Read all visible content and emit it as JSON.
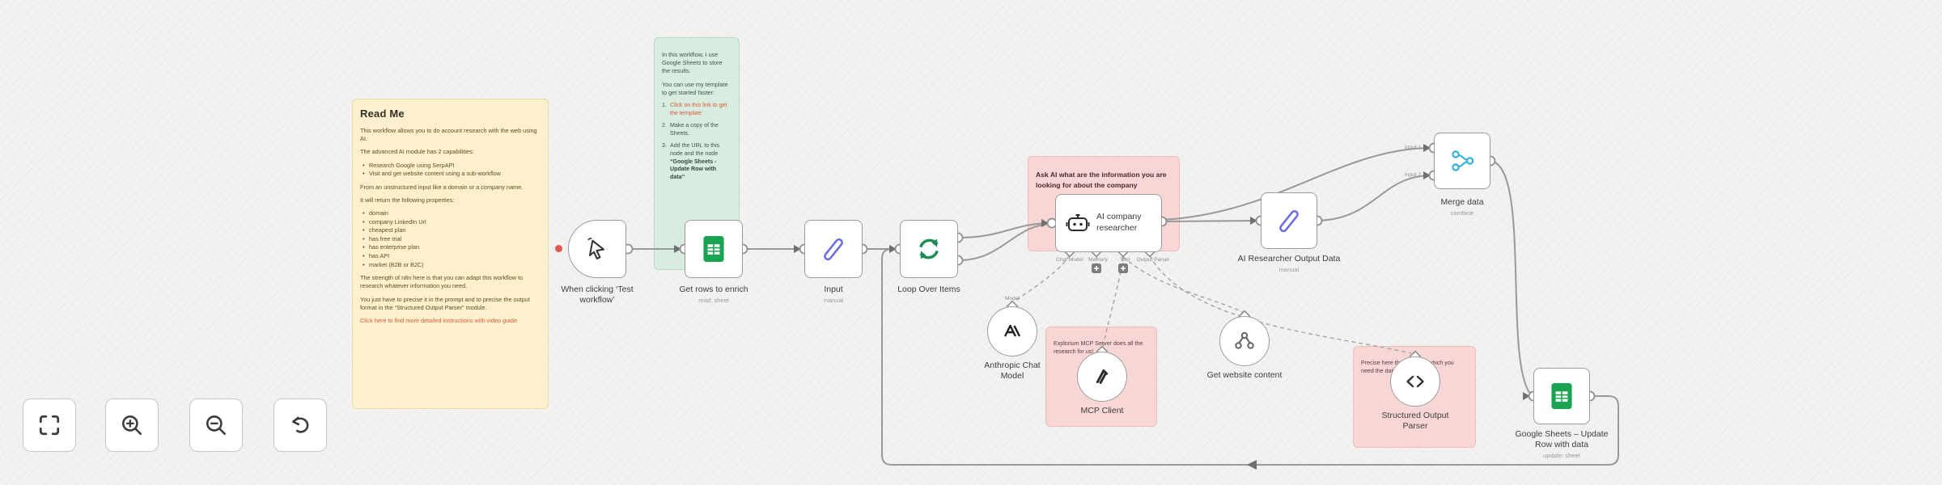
{
  "readme_note": {
    "title": "Read Me",
    "p1": "This workflow allows you to do account research with the web using AI.",
    "p2": "The advanced AI module has 2 capabilities:",
    "capabilities": [
      "Research Google using SerpAPI",
      "Visit and get website content using a sub-workflow"
    ],
    "p3": "From an unstructured input like a domain or a company name.",
    "p4": "It will return the following properties:",
    "properties": [
      "domain",
      "company LinkedIn Url",
      "cheapest plan",
      "has free trial",
      "has enterprise plan",
      "has API",
      "market (B2B or B2C)"
    ],
    "p5": "The strength of n8n here is that you can adapt this workflow to research whatever information you need.",
    "p6": "You just have to precise it in the prompt and to precise the output format in the “Structured Output Parser” module.",
    "link": "Click here to find more detailed instructions with video guide."
  },
  "sheets_note": {
    "p1": "In this workflow, I use Google Sheets to store the results.",
    "p2": "You can use my template to get started faster:",
    "steps": [
      {
        "num": "1.",
        "text": "Click on this link to get the template"
      },
      {
        "num": "2.",
        "text": "Make a copy of the Sheets."
      },
      {
        "num": "3.",
        "text": "Add the URL to this node and the node ",
        "bold": "“Google Sheets - Update Row with data”"
      }
    ]
  },
  "researcher_note": {
    "text": "Ask AI what are the information you are looking for about the company"
  },
  "mcp_note": {
    "text": "Explorium MCP Server does all the research for us!"
  },
  "parser_note": {
    "text": "Precise here the format in which you need the data to be"
  },
  "nodes": {
    "trigger": {
      "label": "When clicking ‘Test workflow’"
    },
    "get_rows": {
      "label": "Get rows to enrich",
      "subtitle": "read: sheet"
    },
    "input": {
      "label": "Input",
      "subtitle": "manual"
    },
    "loop": {
      "label": "Loop Over Items"
    },
    "researcher": {
      "label": "AI company researcher"
    },
    "output_data": {
      "label": "AI Researcher Output Data",
      "subtitle": "manual"
    },
    "merge": {
      "label": "Merge data",
      "subtitle": "combine"
    },
    "anthropic": {
      "label": "Anthropic Chat Model"
    },
    "mcp": {
      "label": "MCP Client"
    },
    "website": {
      "label": "Get website content"
    },
    "parser": {
      "label": "Structured Output Parser"
    },
    "update_sheet": {
      "label": "Google Sheets – Update Row with data",
      "subtitle": "update: sheet"
    }
  },
  "connector_labels": {
    "chat_model": "Chat Model",
    "memory": "Memory",
    "tool": "Tool",
    "output_parser": "Output Parser",
    "model": "Model",
    "input_1": "Input 1",
    "input_2": "Input 2"
  },
  "icons": {
    "trigger": "cursor-pointer-icon",
    "sheets": "google-sheets-icon",
    "edit": "pencil-icon",
    "loop": "loop-refresh-icon",
    "agent": "robot-icon",
    "merge": "merge-icon",
    "anthropic": "anthropic-logo-icon",
    "mcp": "mcp-icon",
    "subworkflow": "fork-icon",
    "parser": "code-brackets-icon",
    "controls": [
      "fit-view-icon",
      "zoom-in-icon",
      "zoom-out-icon",
      "undo-icon"
    ]
  },
  "colors": {
    "sticky_yellow": "#fdf0cd",
    "sticky_green": "#d9ece0",
    "sticky_pink": "#f8d6d6",
    "wire": "#999999",
    "node_border": "#9c9c9c",
    "link_red": "#d55b3a",
    "sheets_green": "#1aa351",
    "pencil_indigo": "#6c6ce5",
    "loop_green": "#1d8a54",
    "merge_blue": "#35b0d9",
    "trigger_dot_red": "#e2574c"
  }
}
